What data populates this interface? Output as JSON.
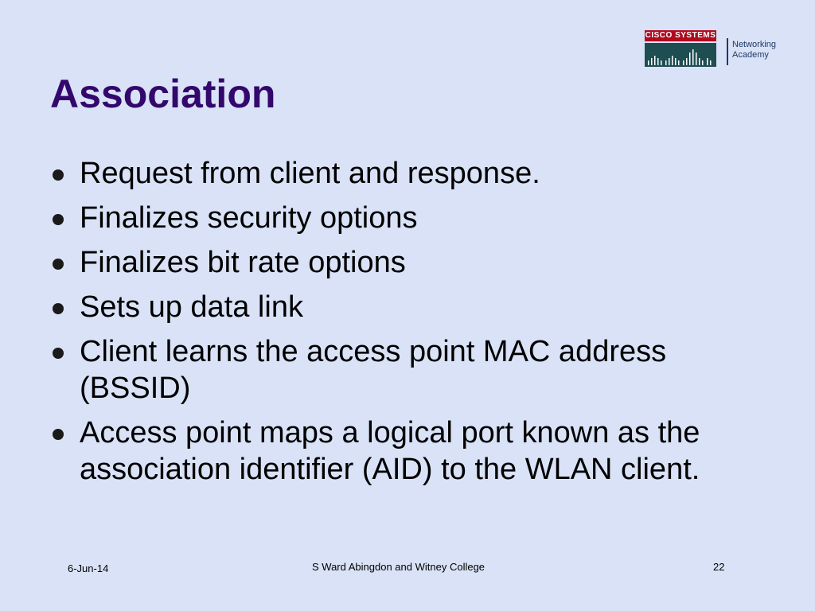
{
  "slide": {
    "title": "Association",
    "bullets": [
      "Request from client and response.",
      "Finalizes security options",
      "Finalizes bit rate options",
      "Sets up data link",
      "Client learns the access point MAC address (BSSID)",
      "Access point maps a logical port known as the association identifier (AID) to the WLAN client."
    ]
  },
  "logo": {
    "brand": "CISCO SYSTEMS",
    "line1": "Networking",
    "line2": "Academy",
    "icon": "cisco-bars-icon"
  },
  "footer": {
    "date": "6-Jun-14",
    "center": "S Ward  Abingdon and Witney College",
    "page": "22"
  },
  "colors": {
    "background": "#d9e2f6",
    "title": "#33076b",
    "cisco_red": "#b00a1f",
    "cisco_teal": "#1f4e52"
  }
}
